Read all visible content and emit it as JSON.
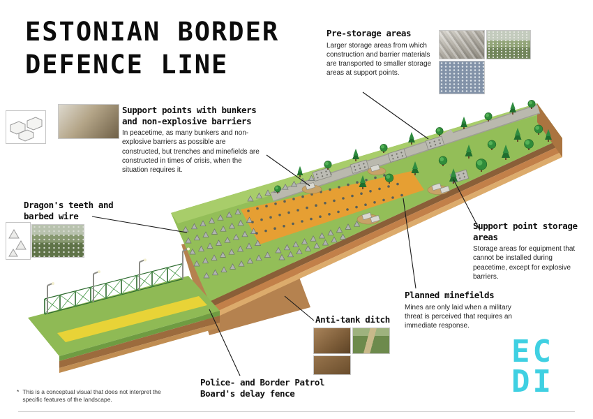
{
  "title": {
    "line1": "ESTONIAN BORDER",
    "line2": "DEFENCE LINE"
  },
  "annotations": {
    "pre_storage": {
      "label": "Pre-storage areas",
      "description": "Larger storage areas from which construction and barrier materials are transported to smaller storage areas at support points."
    },
    "support_points": {
      "label": "Support points with bunkers and non-explosive barriers",
      "description": "In peacetime, as many bunkers and non-explosive barriers as possible are constructed, but trenches and minefields are constructed in times of crisis, when the situation requires it."
    },
    "dragons_teeth": {
      "label": "Dragon's teeth and barbed wire"
    },
    "support_storage": {
      "label": "Support point storage areas",
      "description": "Storage areas for equipment that cannot be installed during peacetime, except for explosive barriers."
    },
    "planned_minefields": {
      "label": "Planned minefields",
      "description": "Mines are only laid when a military threat is perceived that requires an immediate response."
    },
    "anti_tank_ditch": {
      "label": "Anti-tank ditch"
    },
    "delay_fence": {
      "label": "Police- and Border Patrol Board's delay fence"
    }
  },
  "footnote": {
    "marker": "*",
    "text": "This is a conceptual visual that does not interpret the specific features of the landscape."
  },
  "logo": {
    "line1": "EC",
    "line2": "DI",
    "color": "#3fd0e2"
  },
  "colors": {
    "grass": "#93be58",
    "minefield": "#e69f33",
    "earth": "#c28049",
    "accent": "#3fd0e2"
  }
}
